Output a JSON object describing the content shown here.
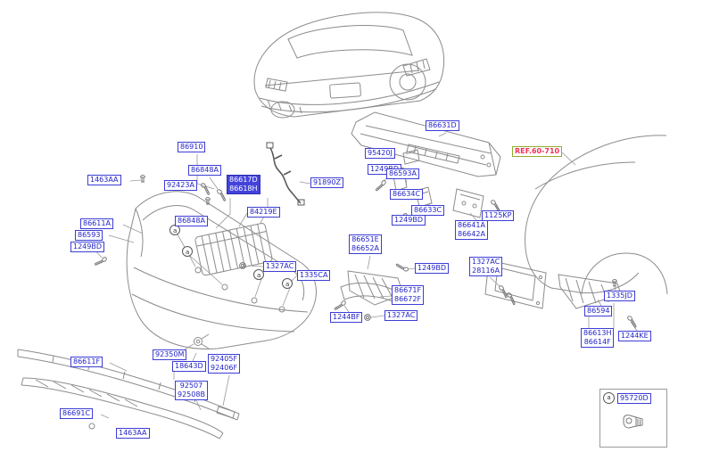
{
  "marker_letter": "a",
  "colors": {
    "label_text": "#2323c8",
    "label_border": "#3d3dd6",
    "highlight_bg": "#4343dc",
    "highlight_text": "#ffffff",
    "ref_text": "#ee3355",
    "ref_border": "#8fae2a",
    "line_art": "#8c8c8c"
  },
  "labels": {
    "p86910": {
      "l1": "86910"
    },
    "p86848a_top": {
      "l1": "86848A"
    },
    "p1463aa_top": {
      "l1": "1463AA"
    },
    "p92423a": {
      "l1": "92423A"
    },
    "p86617d": {
      "l1": "86617D",
      "l2": "86618H"
    },
    "p86848a_bot": {
      "l1": "86848A"
    },
    "p86611a": {
      "l1": "86611A"
    },
    "p86593": {
      "l1": "86593"
    },
    "p1249bd_a": {
      "l1": "1249BD"
    },
    "p84219e": {
      "l1": "84219E"
    },
    "p91890z": {
      "l1": "91890Z"
    },
    "p95420j": {
      "l1": "95420J"
    },
    "p1249bd_b": {
      "l1": "1249BD"
    },
    "p86593a": {
      "l1": "86593A"
    },
    "p86634c": {
      "l1": "86634C"
    },
    "p86633c": {
      "l1": "86633C"
    },
    "p1249bd_c": {
      "l1": "1249BD"
    },
    "p86631d": {
      "l1": "86631D"
    },
    "ref60710": {
      "l1": "REF.60-710"
    },
    "p1125kp": {
      "l1": "1125KP"
    },
    "p86641a": {
      "l1": "86641A",
      "l2": "86642A"
    },
    "p86651e": {
      "l1": "86651E",
      "l2": "86652A"
    },
    "p1249bd_d": {
      "l1": "1249BD"
    },
    "p1327ac_a": {
      "l1": "1327AC"
    },
    "p1335ca": {
      "l1": "1335CA"
    },
    "p86671f": {
      "l1": "86671F",
      "l2": "86672F"
    },
    "p1244bf": {
      "l1": "1244BF"
    },
    "p1327ac_b": {
      "l1": "1327AC"
    },
    "p1327ac_c": {
      "l1": "1327AC",
      "l2": "28116A"
    },
    "p1335jd": {
      "l1": "1335JD"
    },
    "p86594": {
      "l1": "86594"
    },
    "p86613h": {
      "l1": "86613H",
      "l2": "86614F"
    },
    "p1244ke": {
      "l1": "1244KE"
    },
    "p86611f": {
      "l1": "86611F"
    },
    "p92350m": {
      "l1": "92350M"
    },
    "p18643d": {
      "l1": "18643D"
    },
    "p92405f": {
      "l1": "92405F",
      "l2": "92406F"
    },
    "p92507": {
      "l1": "92507",
      "l2": "92508B"
    },
    "p86691c": {
      "l1": "86691C"
    },
    "p1463aa_bot": {
      "l1": "1463AA"
    }
  },
  "legend": {
    "marker": "a",
    "part": "95720D"
  }
}
